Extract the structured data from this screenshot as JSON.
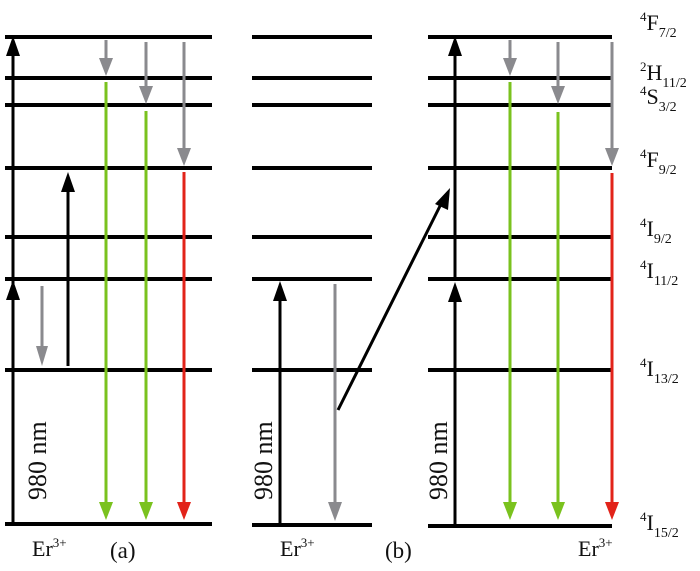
{
  "levels": [
    {
      "base": "F",
      "sup": "4",
      "sub": "7/2"
    },
    {
      "base": "H",
      "sup": "2",
      "sub": "11/2"
    },
    {
      "base": "S",
      "sup": "4",
      "sub": "3/2"
    },
    {
      "base": "F",
      "sup": "4",
      "sub": "9/2"
    },
    {
      "base": "I",
      "sup": "4",
      "sub": "9/2"
    },
    {
      "base": "I",
      "sup": "4",
      "sub": "11/2"
    },
    {
      "base": "I",
      "sup": "4",
      "sub": "13/2"
    },
    {
      "base": "I",
      "sup": "4",
      "sub": "15/2"
    }
  ],
  "pump_label": "980 nm",
  "ion": {
    "base": "Er",
    "sup": "3+"
  },
  "panel_labels": [
    "(a)",
    "(b)"
  ],
  "colors": {
    "green": "#7ac21e",
    "red": "#e2231a",
    "gray": "#8a8a8e",
    "black": "#000000"
  }
}
